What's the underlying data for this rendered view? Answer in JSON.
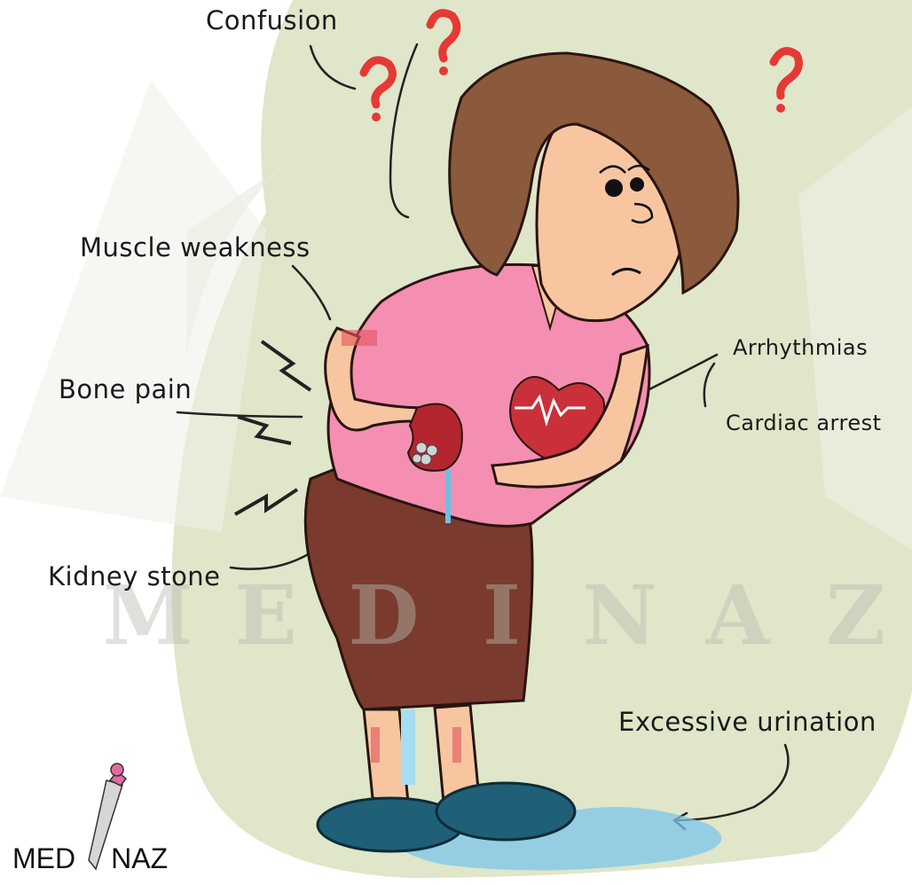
{
  "labels": {
    "confusion": "Confusion",
    "muscle_weakness": "Muscle weakness",
    "bone_pain": "Bone pain",
    "arrhythmias": "Arrhythmias",
    "cardiac_arrest": "Cardiac arrest",
    "kidney_stone": "Kidney stone",
    "excessive_urination": "Excessive urination"
  },
  "watermark": [
    "M",
    "E",
    "D",
    "I",
    "N",
    "A",
    "Z"
  ],
  "logo": {
    "left": "MED",
    "right": "NAZ"
  },
  "colors": {
    "background_blob": "#dfe6c9",
    "hair": "#8b5a3c",
    "skin": "#f7c6a1",
    "shirt": "#f48fb1",
    "skirt": "#7a3a2e",
    "shoes": "#1f5f78",
    "heart": "#c9303a",
    "question_mark": "#e53935",
    "puddle": "#7cc6ea"
  }
}
